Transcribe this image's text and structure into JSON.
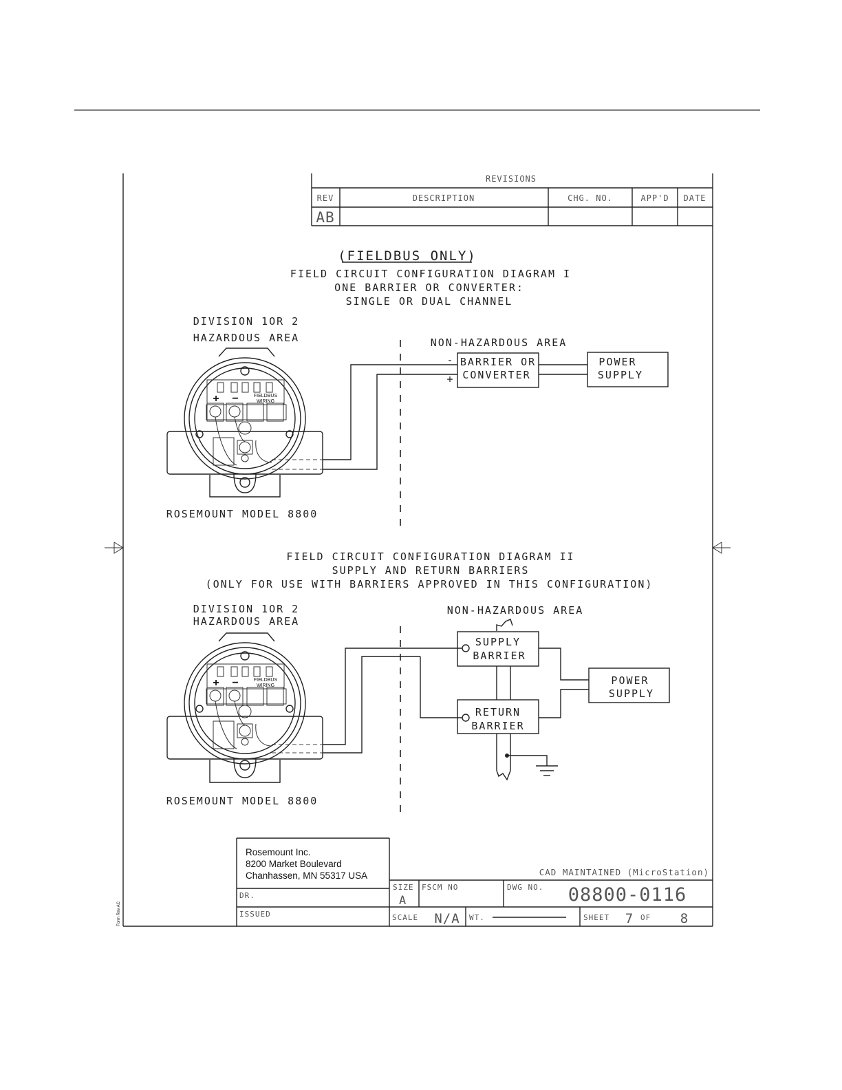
{
  "revisions": {
    "title": "REVISIONS",
    "headers": [
      "REV",
      "DESCRIPTION",
      "CHG. NO.",
      "APP'D",
      "DATE"
    ],
    "row": {
      "rev": "AB",
      "description": "",
      "chg_no": "",
      "appd": "",
      "date": ""
    }
  },
  "diagram1": {
    "heading": "(FIELDBUS ONLY)",
    "title_lines": [
      "FIELD CIRCUIT CONFIGURATION DIAGRAM I",
      "ONE BARRIER OR CONVERTER:",
      "SINGLE OR DUAL CHANNEL"
    ],
    "hazard_lines": [
      "DIVISION 1OR 2",
      "HAZARDOUS AREA"
    ],
    "nonhazard": "NON-HAZARDOUS AREA",
    "barrier_lines": [
      "BARRIER OR",
      "CONVERTER"
    ],
    "minus": "-",
    "plus": "+",
    "power_lines": [
      "POWER",
      "SUPPLY"
    ],
    "model": "ROSEMOUNT MODEL 8800"
  },
  "diagram2": {
    "title_lines": [
      "FIELD CIRCUIT CONFIGURATION DIAGRAM II",
      "SUPPLY AND RETURN BARRIERS",
      "(ONLY FOR USE WITH BARRIERS APPROVED IN THIS CONFIGURATION)"
    ],
    "hazard_lines": [
      "DIVISION 1OR 2",
      "HAZARDOUS AREA"
    ],
    "nonhazard": "NON-HAZARDOUS AREA",
    "supply_lines": [
      "SUPPLY",
      "BARRIER"
    ],
    "return_lines": [
      "RETURN",
      "BARRIER"
    ],
    "power_lines": [
      "POWER",
      "SUPPLY"
    ],
    "model": "ROSEMOUNT MODEL 8800"
  },
  "transmitter": {
    "plus": "+",
    "minus": "−",
    "fieldbus_lines": [
      "FIELDBUS",
      "WIRING"
    ]
  },
  "title_block": {
    "address_lines": [
      "Rosemount Inc.",
      "8200  Market Boulevard",
      "Chanhassen, MN  55317  USA"
    ],
    "cad": "CAD MAINTAINED (MicroStation)",
    "size_label": "SIZE",
    "size_value": "A",
    "fscm_label": "FSCM  NO",
    "dwg_label": "DWG  NO.",
    "dwg_value": "08800-0116",
    "dr_label": "DR.",
    "issued_label": "ISSUED",
    "scale_label": "SCALE",
    "scale_value": "N/A",
    "wt_label": "WT.",
    "sheet_label": "SHEET",
    "sheet_value": "7",
    "of_label": "OF",
    "sheet_total": "8",
    "form_rev": "Form Rev AC"
  },
  "colors": {
    "ink": "#222222",
    "paper": "#ffffff"
  }
}
